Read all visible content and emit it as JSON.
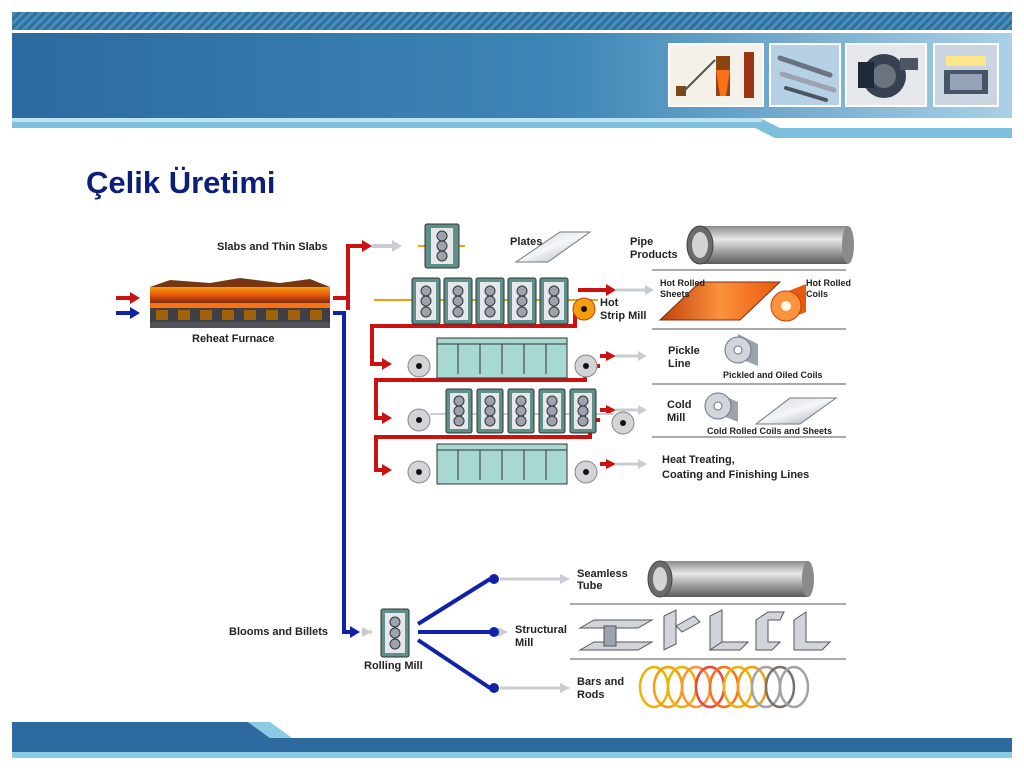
{
  "slide": {
    "title": "Çelik Üretimi"
  },
  "header": {
    "photos": [
      {
        "name": "blast-furnace-photo"
      },
      {
        "name": "drill-bits-photo"
      },
      {
        "name": "engine-photo"
      },
      {
        "name": "gear-machine-photo"
      }
    ]
  },
  "diagram": {
    "furnace_label": "Reheat Furnace",
    "slabs_label": "Slabs and Thin Slabs",
    "plates_label": "Plates",
    "pipe_label": [
      "Pipe",
      "Products"
    ],
    "hot_strip_label": [
      "Hot",
      "Strip Mill"
    ],
    "hot_rolled_sheets": [
      "Hot Rolled",
      "Sheets"
    ],
    "hot_rolled_coils": [
      "Hot Rolled",
      "Coils"
    ],
    "pickle_label": [
      "Pickle",
      "Line"
    ],
    "pickled_coils_label": "Pickled and Oiled Coils",
    "cold_mill_label": [
      "Cold",
      "Mill"
    ],
    "cold_rolled_label": "Cold Rolled Coils and Sheets",
    "heat_treating_label": [
      "Heat Treating,",
      "Coating and Finishing Lines"
    ],
    "blooms_label": "Blooms and Billets",
    "rolling_mill_label": "Rolling Mill",
    "seamless_label": [
      "Seamless",
      "Tube"
    ],
    "structural_label": [
      "Structural",
      "Mill"
    ],
    "bars_label": [
      "Bars and",
      "Rods"
    ]
  },
  "colors": {
    "hot_path": "#cc1111",
    "cold_path": "#1122aa",
    "header_blue": "#2f77a8",
    "title": "#0b1f7a"
  }
}
